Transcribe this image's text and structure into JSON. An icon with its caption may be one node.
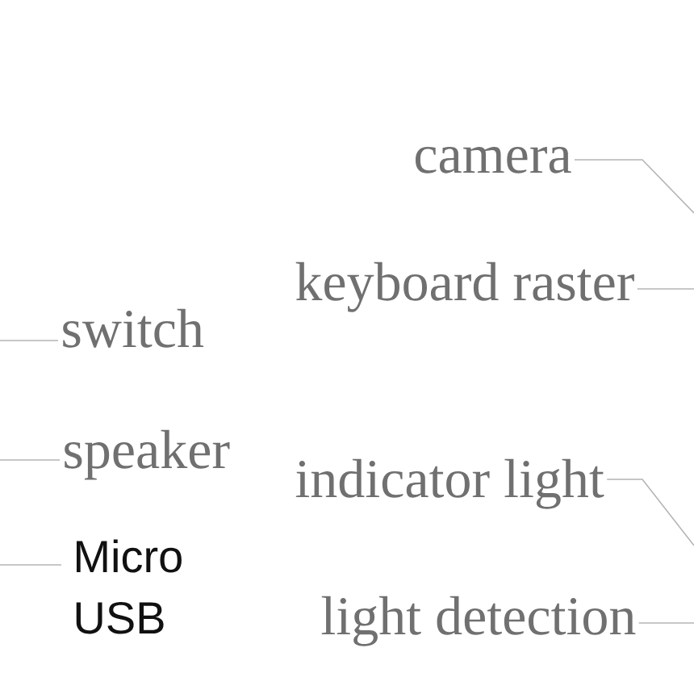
{
  "diagram": {
    "nodes": [
      {
        "text": [
          "camera"
        ]
      },
      {
        "text": [
          "keyboard raster"
        ]
      },
      {
        "text": [
          "switch"
        ]
      },
      {
        "text": [
          "speaker"
        ]
      },
      {
        "text": [
          "indicator light"
        ]
      },
      {
        "text": [
          "Micro USB"
        ]
      },
      {
        "text": [
          "light detection"
        ]
      }
    ],
    "edges": [
      {
        "from": 0,
        "to": null,
        "arrow": "none"
      },
      {
        "from": 1,
        "to": null,
        "arrow": "none"
      },
      {
        "from": 2,
        "to": null,
        "arrow": "none"
      },
      {
        "from": 3,
        "to": null,
        "arrow": "none"
      },
      {
        "from": 4,
        "to": null,
        "arrow": "none"
      },
      {
        "from": 5,
        "to": null,
        "arrow": "none"
      },
      {
        "from": 6,
        "to": null,
        "arrow": "none"
      }
    ]
  }
}
